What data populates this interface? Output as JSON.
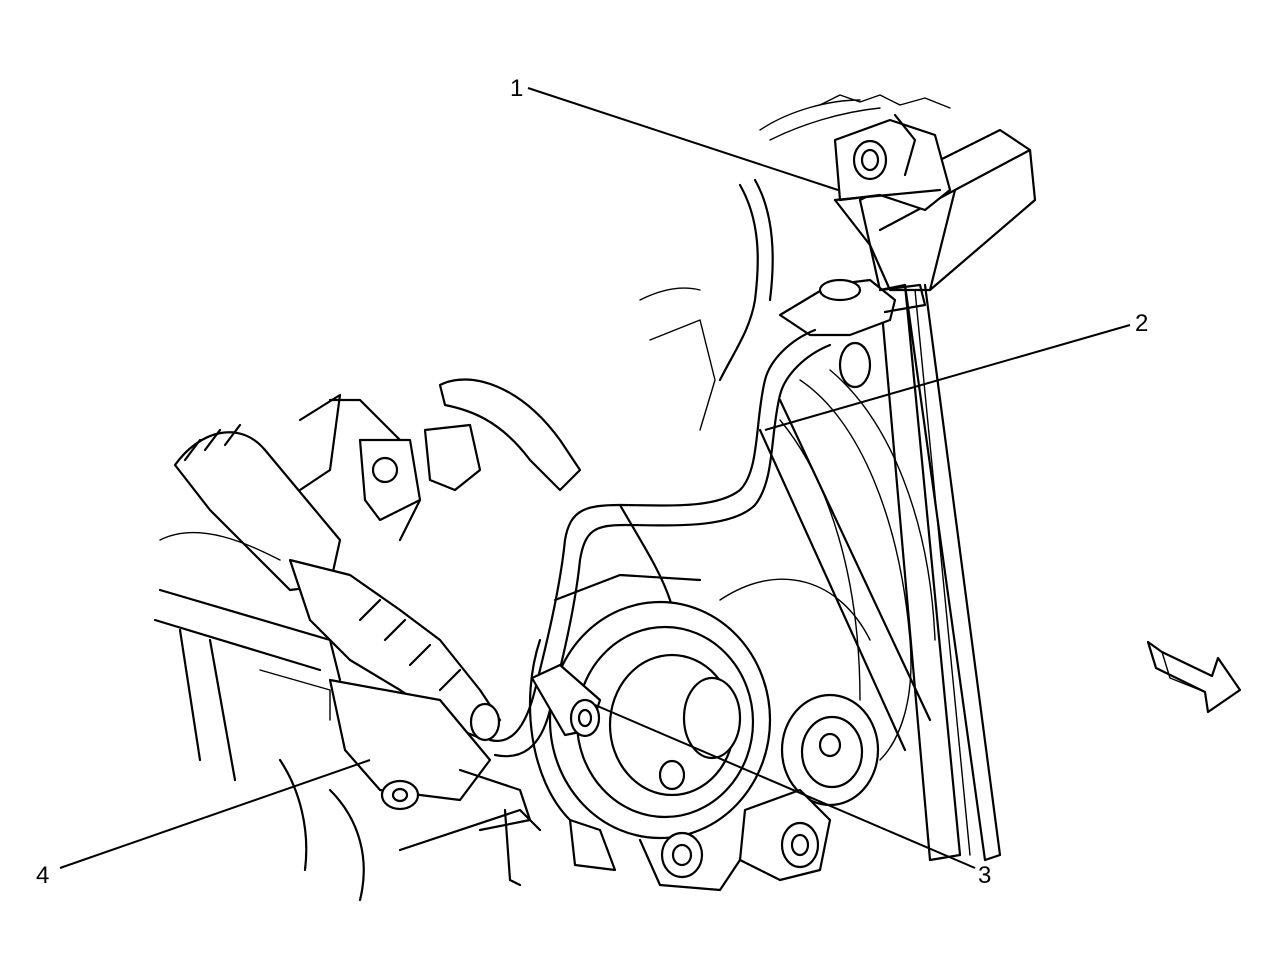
{
  "callouts": [
    {
      "id": "1",
      "label": "1"
    },
    {
      "id": "2",
      "label": "2"
    },
    {
      "id": "3",
      "label": "3"
    },
    {
      "id": "4",
      "label": "4"
    }
  ],
  "orientation_arrow": {
    "icon": "direction-arrow-icon"
  },
  "colors": {
    "line": "#000000",
    "background": "#ffffff"
  }
}
